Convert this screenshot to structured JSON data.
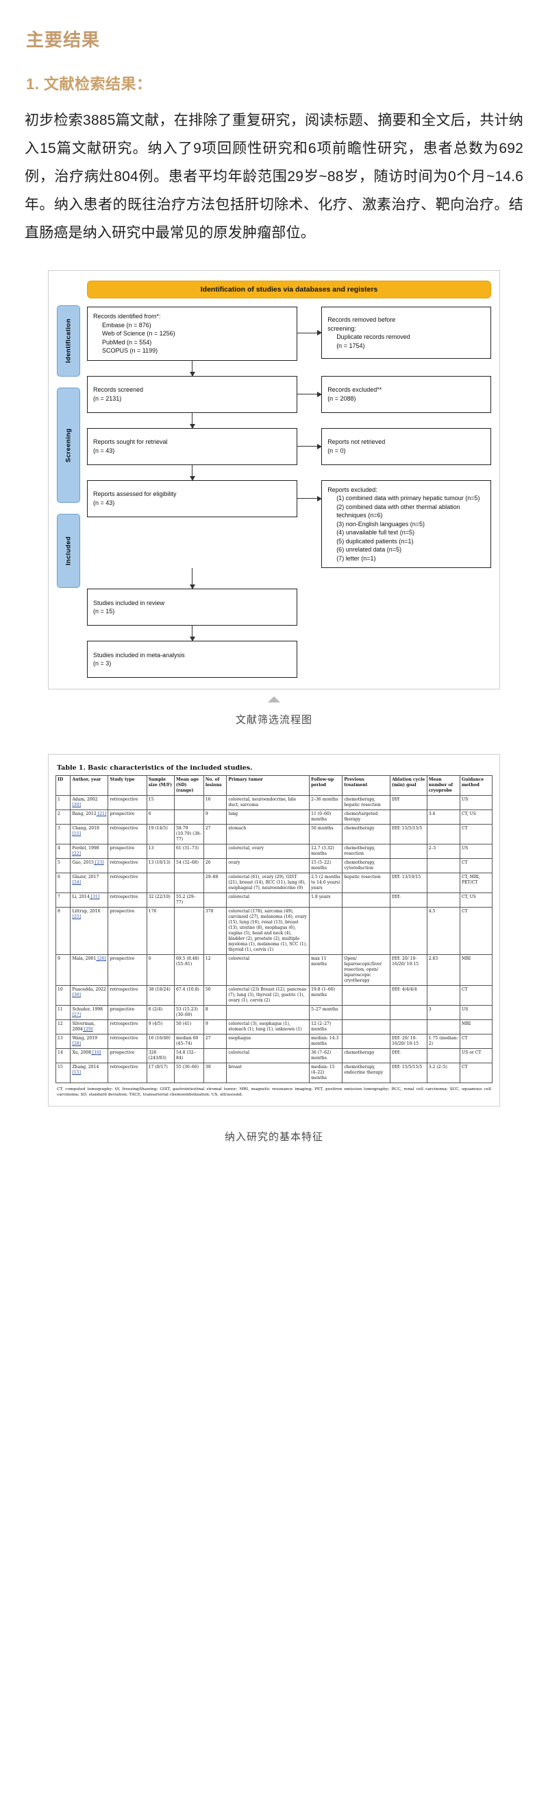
{
  "headings": {
    "main": "主要结果",
    "section1": "1. 文献检索结果："
  },
  "paragraph": "初步检索3885篇文献，在排除了重复研究，阅读标题、摘要和全文后，共计纳入15篇文献研究。纳入了9项回顾性研究和6项前瞻性研究，患者总数为692例，治疗病灶804例。患者平均年龄范围29岁~88岁，随访时间为0个月~14.6年。纳入患者的既往治疗方法包括肝切除术、化疗、激素治疗、靶向治疗。结直肠癌是纳入研究中最常见的原发肿瘤部位。",
  "figure1": {
    "caption": "文献筛选流程图",
    "banner": "Identification of studies via databases and registers",
    "bands": {
      "identification": "Identification",
      "screening": "Screening",
      "included": "Included"
    },
    "boxes": {
      "records_identified_title": "Records identified from*:",
      "records_identified_items": [
        "Embase (n = 876)",
        "Web of Science (n = 1256)",
        "PubMed (n = 554)",
        "SCOPUS (n = 1199)"
      ],
      "records_removed_title": "Records removed before",
      "records_removed_title2": "screening:",
      "records_removed_items": [
        "Duplicate records removed",
        "(n = 1754)"
      ],
      "records_screened": "Records screened",
      "records_screened_n": "(n = 2131)",
      "records_excluded": "Records excluded**",
      "records_excluded_n": "(n = 2088)",
      "reports_sought": "Reports sought for retrieval",
      "reports_sought_n": "(n = 43)",
      "reports_not_retrieved": "Reports not retrieved",
      "reports_not_retrieved_n": "(n = 0)",
      "reports_assessed": "Reports assessed for eligibility",
      "reports_assessed_n": "(n = 43)",
      "reports_excluded_title": "Reports excluded:",
      "reports_excluded_items": [
        "(1) combined data with primary hepatic tumour (n=5)",
        "(2) combined data with other thermal ablation techniques (n=6)",
        "(3) non-English languages (n=5)",
        "(4) unavailable full text (n=5)",
        "(5) duplicated patients (n=1)",
        "(6) unrelated data (n=5)",
        "(7) letter (n=1)"
      ],
      "studies_included_review": "Studies included in review",
      "studies_included_review_n": "(n = 15)",
      "studies_included_meta": "Studies included in meta-analysis",
      "studies_included_meta_n": "(n = 3)"
    }
  },
  "figure2": {
    "caption": "纳入研究的基本特征",
    "title": "Table 1. Basic characteristics of the included studies.",
    "columns": [
      "ID",
      "Author, year",
      "Study type",
      "Sample size (M/F)",
      "Mean age (SD) (range)",
      "No. of lesions",
      "Primary tumor",
      "Follow-up period",
      "Previous treatment",
      "Ablation cycle (min) goal",
      "Mean number of cryoprobe",
      "Guidance method"
    ],
    "rows": [
      {
        "id": "1",
        "author": "Adam, 2002",
        "ref": "[20]",
        "study_type": "retrospective",
        "sample": "15",
        "age": "",
        "lesions": "16",
        "tumor": "colorectal, neuroendocrine, bile duct, sarcoma",
        "followup": "2–36 months",
        "previous": "chemotherapy, hepatic resection",
        "cycle": "f/f/f",
        "probes": "",
        "guidance": "US"
      },
      {
        "id": "2",
        "author": "Bang, 2012",
        "ref": "[21]",
        "study_type": "prospective",
        "sample": "6",
        "age": "",
        "lesions": "9",
        "tumor": "lung",
        "followup": "11 (0–60) months",
        "previous": "chemo/targeted therapy",
        "cycle": "",
        "probes": "3.4",
        "guidance": "CT, US"
      },
      {
        "id": "3",
        "author": "Chang, 2018",
        "ref": "[15]",
        "study_type": "retrospective",
        "sample": "19 (14/5)",
        "age": "58.79 (10.79) (38–77)",
        "lesions": "27",
        "tumor": "stomach",
        "followup": "50 months",
        "previous": "chemotherapy",
        "cycle": "f/f/f: 15/5/15/5",
        "probes": "",
        "guidance": "CT"
      },
      {
        "id": "4",
        "author": "Ferdél, 1998",
        "ref": "[22]",
        "study_type": "prospective",
        "sample": "13",
        "age": "61 (31–73)",
        "lesions": "",
        "tumor": "colorectal, ovary",
        "followup": "12.7 (3.32) months",
        "previous": "chemotherapy, resection",
        "cycle": "",
        "probes": "2–5",
        "guidance": "US"
      },
      {
        "id": "5",
        "author": "Gao, 2015",
        "ref": "[23]",
        "study_type": "retrospective",
        "sample": "13 (10/13)",
        "age": "54 (32–68)",
        "lesions": "26",
        "tumor": "ovary",
        "followup": "15 (5–22) months",
        "previous": "chemotherapy, cytoreduction",
        "cycle": "",
        "probes": "",
        "guidance": "CT"
      },
      {
        "id": "6",
        "author": "Glazer, 2017",
        "ref": "[24]",
        "study_type": "retrospective",
        "sample": "",
        "age": "",
        "lesions": "29–88",
        "tumor": "colorectal (61), ovary (29), GIST (21), breast (14), RCC (11), lung (8), esophageal (7), neuroendocrine (9)",
        "followup": "2.5 (2 months to 14.6 years) years",
        "previous": "hepatic resection",
        "cycle": "f/f/f: 13/10/15",
        "probes": "",
        "guidance": "CT, MRI, PET/CT"
      },
      {
        "id": "7",
        "author": "Li, 2014",
        "ref": "[31]",
        "study_type": "retrospective",
        "sample": "32 (22/10)",
        "age": "55.2 (29–77)",
        "lesions": "",
        "tumor": "colorectal",
        "followup": "1.8 years",
        "previous": "",
        "cycle": "f/f/f:",
        "probes": "",
        "guidance": "CT, US"
      },
      {
        "id": "8",
        "author": "Littrup, 2016",
        "ref": "[25]",
        "study_type": "prospective",
        "sample": "176",
        "age": "",
        "lesions": "370",
        "tumor": "colorectal (178), sarcoma (49), carcinoid (27), melanoma (16), ovary (15), lung (16), renal (13), breast (13), uterine (8), esophagus (6), vagina (5), head and neck (4), bladder (2), prostate (2), multiple myeloma (1), melanoma (1), SCC (1), thyroid (1), cervix (1)",
        "followup": "",
        "previous": "",
        "cycle": "",
        "probes": "4.5",
        "guidance": "CT"
      },
      {
        "id": "9",
        "author": "Mala, 2001",
        "ref": "[26]",
        "study_type": "prospective",
        "sample": "6",
        "age": "69.5 (8.48) (55–81)",
        "lesions": "12",
        "tumor": "colorectal",
        "followup": "max 11 months",
        "previous": "Open/ laparoscopic/liver resection, open/ laparoscopic cryotherapy",
        "cycle": "f/f/f: 20/ 10-16/20/ 10-15",
        "probes": "2.83",
        "guidance": "MRI"
      },
      {
        "id": "10",
        "author": "Puacedda, 2022",
        "ref": "[30]",
        "study_type": "retrospective",
        "sample": "38 (18/24)",
        "age": "67.4 (10.8)",
        "lesions": "50",
        "tumor": "colorectal (23) Breast (12), pancreas (7), lung (3), thyroid (2), gastric (1), ovary (1), cervix (2)",
        "followup": "19.8 (1–60) months",
        "previous": "",
        "cycle": "f/f/f: 4/4/4/4",
        "probes": "",
        "guidance": "CT"
      },
      {
        "id": "11",
        "author": "Schuder, 1998",
        "ref": "[27]",
        "study_type": "prospective",
        "sample": "6 (2/4)",
        "age": "53 (15.23) (30–69)",
        "lesions": "8",
        "tumor": "",
        "followup": "5–27 months",
        "previous": "",
        "cycle": "",
        "probes": "3",
        "guidance": "US"
      },
      {
        "id": "12",
        "author": "Silverman, 2004",
        "ref": "[29]",
        "study_type": "retrospective",
        "sample": "9 (4/5)",
        "age": "50 (41)",
        "lesions": "9",
        "tumor": "colorectal (3), esophagus (1), stomach (1), lung (1), unknown (1)",
        "followup": "12 (2–27) months",
        "previous": "",
        "cycle": "",
        "probes": "",
        "guidance": "MRI"
      },
      {
        "id": "13",
        "author": "Wang, 2019",
        "ref": "[28]",
        "study_type": "retrospective",
        "sample": "16 (16/40)",
        "age": "median 60 (45–74)",
        "lesions": "27",
        "tumor": "esophagus",
        "followup": "median: 14.3 months",
        "previous": "",
        "cycle": "f/f/f: 20/ 10-16/20/ 10-15",
        "probes": "1.75 (median: 2)",
        "guidance": "CT"
      },
      {
        "id": "14",
        "author": "Xu, 2008",
        "ref": "[16]",
        "study_type": "prospective",
        "sample": "326 (243/83)",
        "age": "54.8 (32–84)",
        "lesions": "",
        "tumor": "colorectal",
        "followup": "36 (7–62) months",
        "previous": "chemotherapy",
        "cycle": "f/f/f:",
        "probes": "",
        "guidance": "US or CT"
      },
      {
        "id": "15",
        "author": "Zhang, 2014",
        "ref": "[15]",
        "study_type": "retrospective",
        "sample": "17 (0/17)",
        "age": "55 (30–66)",
        "lesions": "39",
        "tumor": "breast",
        "followup": "median: 15 (4–22) months",
        "previous": "chemotherapy, endocrine therapy",
        "cycle": "f/f/f: 15/5/15/5",
        "probes": "3.2 (2–5)",
        "guidance": "CT"
      }
    ],
    "footnote": "CT, computed tomography; f/f, freezing/thawing; GIST, gastrointestinal stromal tumor; MRI, magnetic resonance imaging; PET, positron emission tomography; RCC, renal cell carcinoma; SCC, squamous cell carcinoma; SD, standard deviation; TACE, transarterial chemoembolization; US, ultrasound."
  }
}
